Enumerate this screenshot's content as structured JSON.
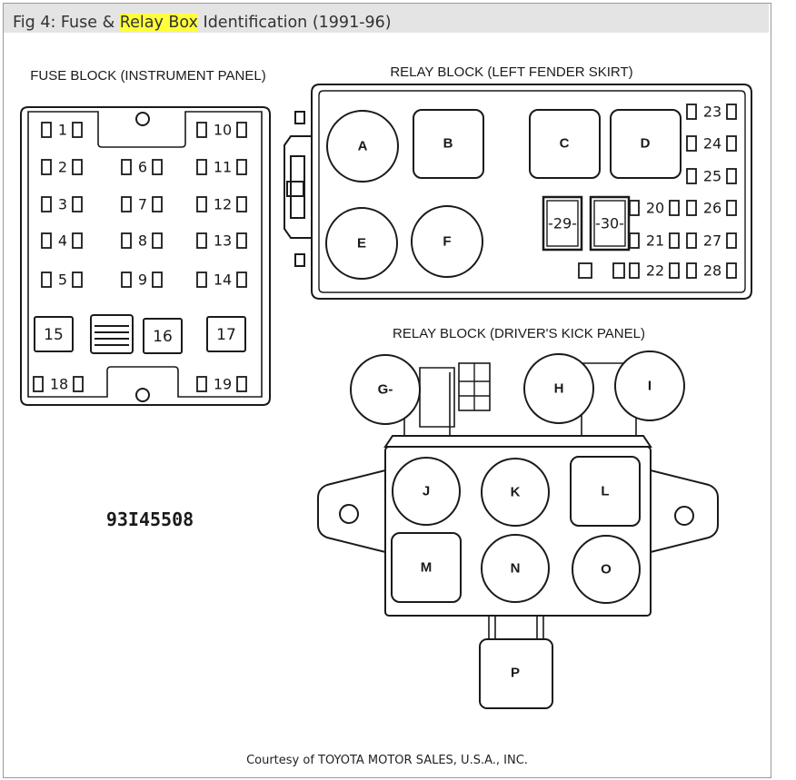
{
  "title": {
    "prefix": "Fig 4: Fuse & ",
    "highlight": "Relay Box",
    "suffix": " Identification (1991-96)"
  },
  "fuse_block": {
    "label": "FUSE BLOCK (INSTRUMENT PANEL)",
    "fuses": [
      "1",
      "2",
      "3",
      "4",
      "5",
      "6",
      "7",
      "8",
      "9",
      "10",
      "11",
      "12",
      "13",
      "14",
      "15",
      "16",
      "17",
      "18",
      "19"
    ]
  },
  "relay_left_fender": {
    "label": "RELAY BLOCK (LEFT FENDER SKIRT)",
    "relays": [
      "A",
      "B",
      "C",
      "D",
      "E",
      "F"
    ],
    "fuses": [
      "20",
      "21",
      "22",
      "23",
      "24",
      "25",
      "26",
      "27",
      "28",
      "29",
      "30"
    ]
  },
  "relay_kick_panel": {
    "label": "RELAY BLOCK (DRIVER'S KICK PANEL)",
    "relays": [
      "G-",
      "H",
      "I",
      "J",
      "K",
      "L",
      "M",
      "N",
      "O",
      "P"
    ]
  },
  "code": "93I45508",
  "courtesy": "Courtesy of TOYOTA MOTOR SALES, U.S.A., INC.",
  "colors": {
    "highlight": "#ffff3c",
    "title_bar": "#e4e4e4",
    "ink": "#1a1a1a"
  }
}
